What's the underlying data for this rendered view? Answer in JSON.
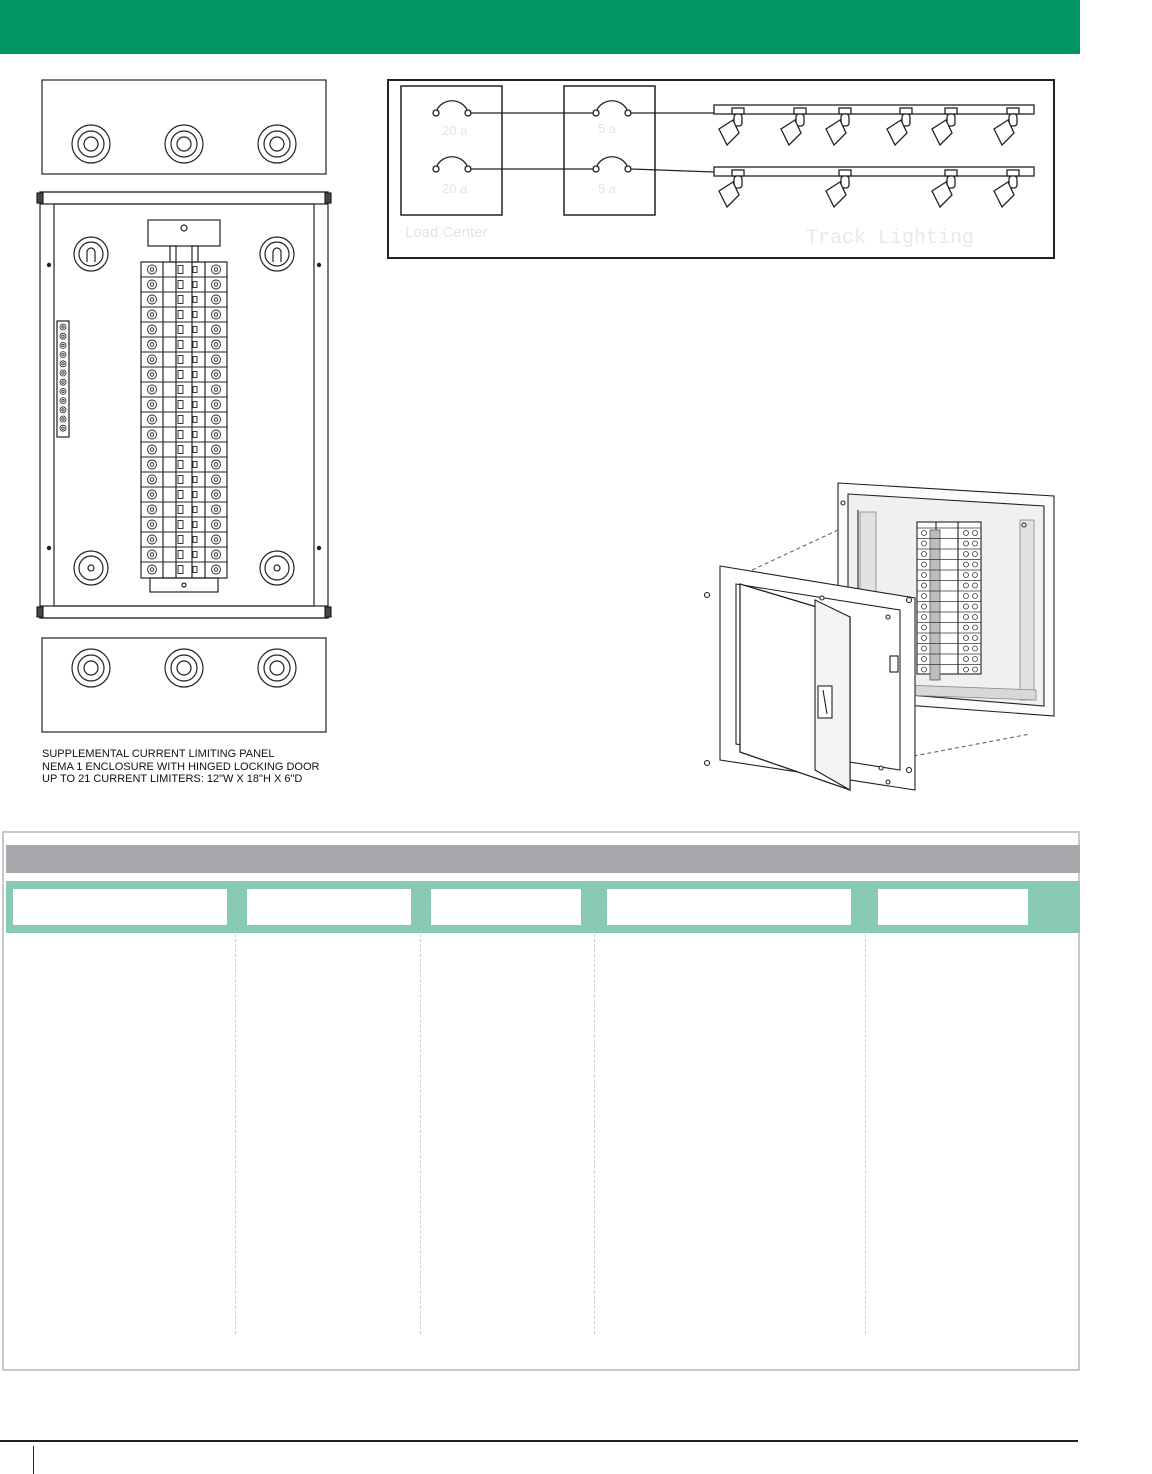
{
  "caption": {
    "line1": "SUPPLEMENTAL CURRENT LIMITING PANEL",
    "line2": "NEMA 1 ENCLOSURE WITH HINGED LOCKING DOOR",
    "line3": "UP TO 21 CURRENT LIMITERS: 12\"W X 18\"H X 6\"D"
  },
  "diagram": {
    "breaker1": "20 a",
    "breaker2": "20 a",
    "limiter1": "5 a",
    "limiter2": "5 a",
    "load_center_label": "Load Center",
    "track_label": "Track Lighting"
  },
  "colors": {
    "brand_green": "#009564",
    "table_gray": "#a7a9ac",
    "table_teal": "#88c9b4"
  }
}
